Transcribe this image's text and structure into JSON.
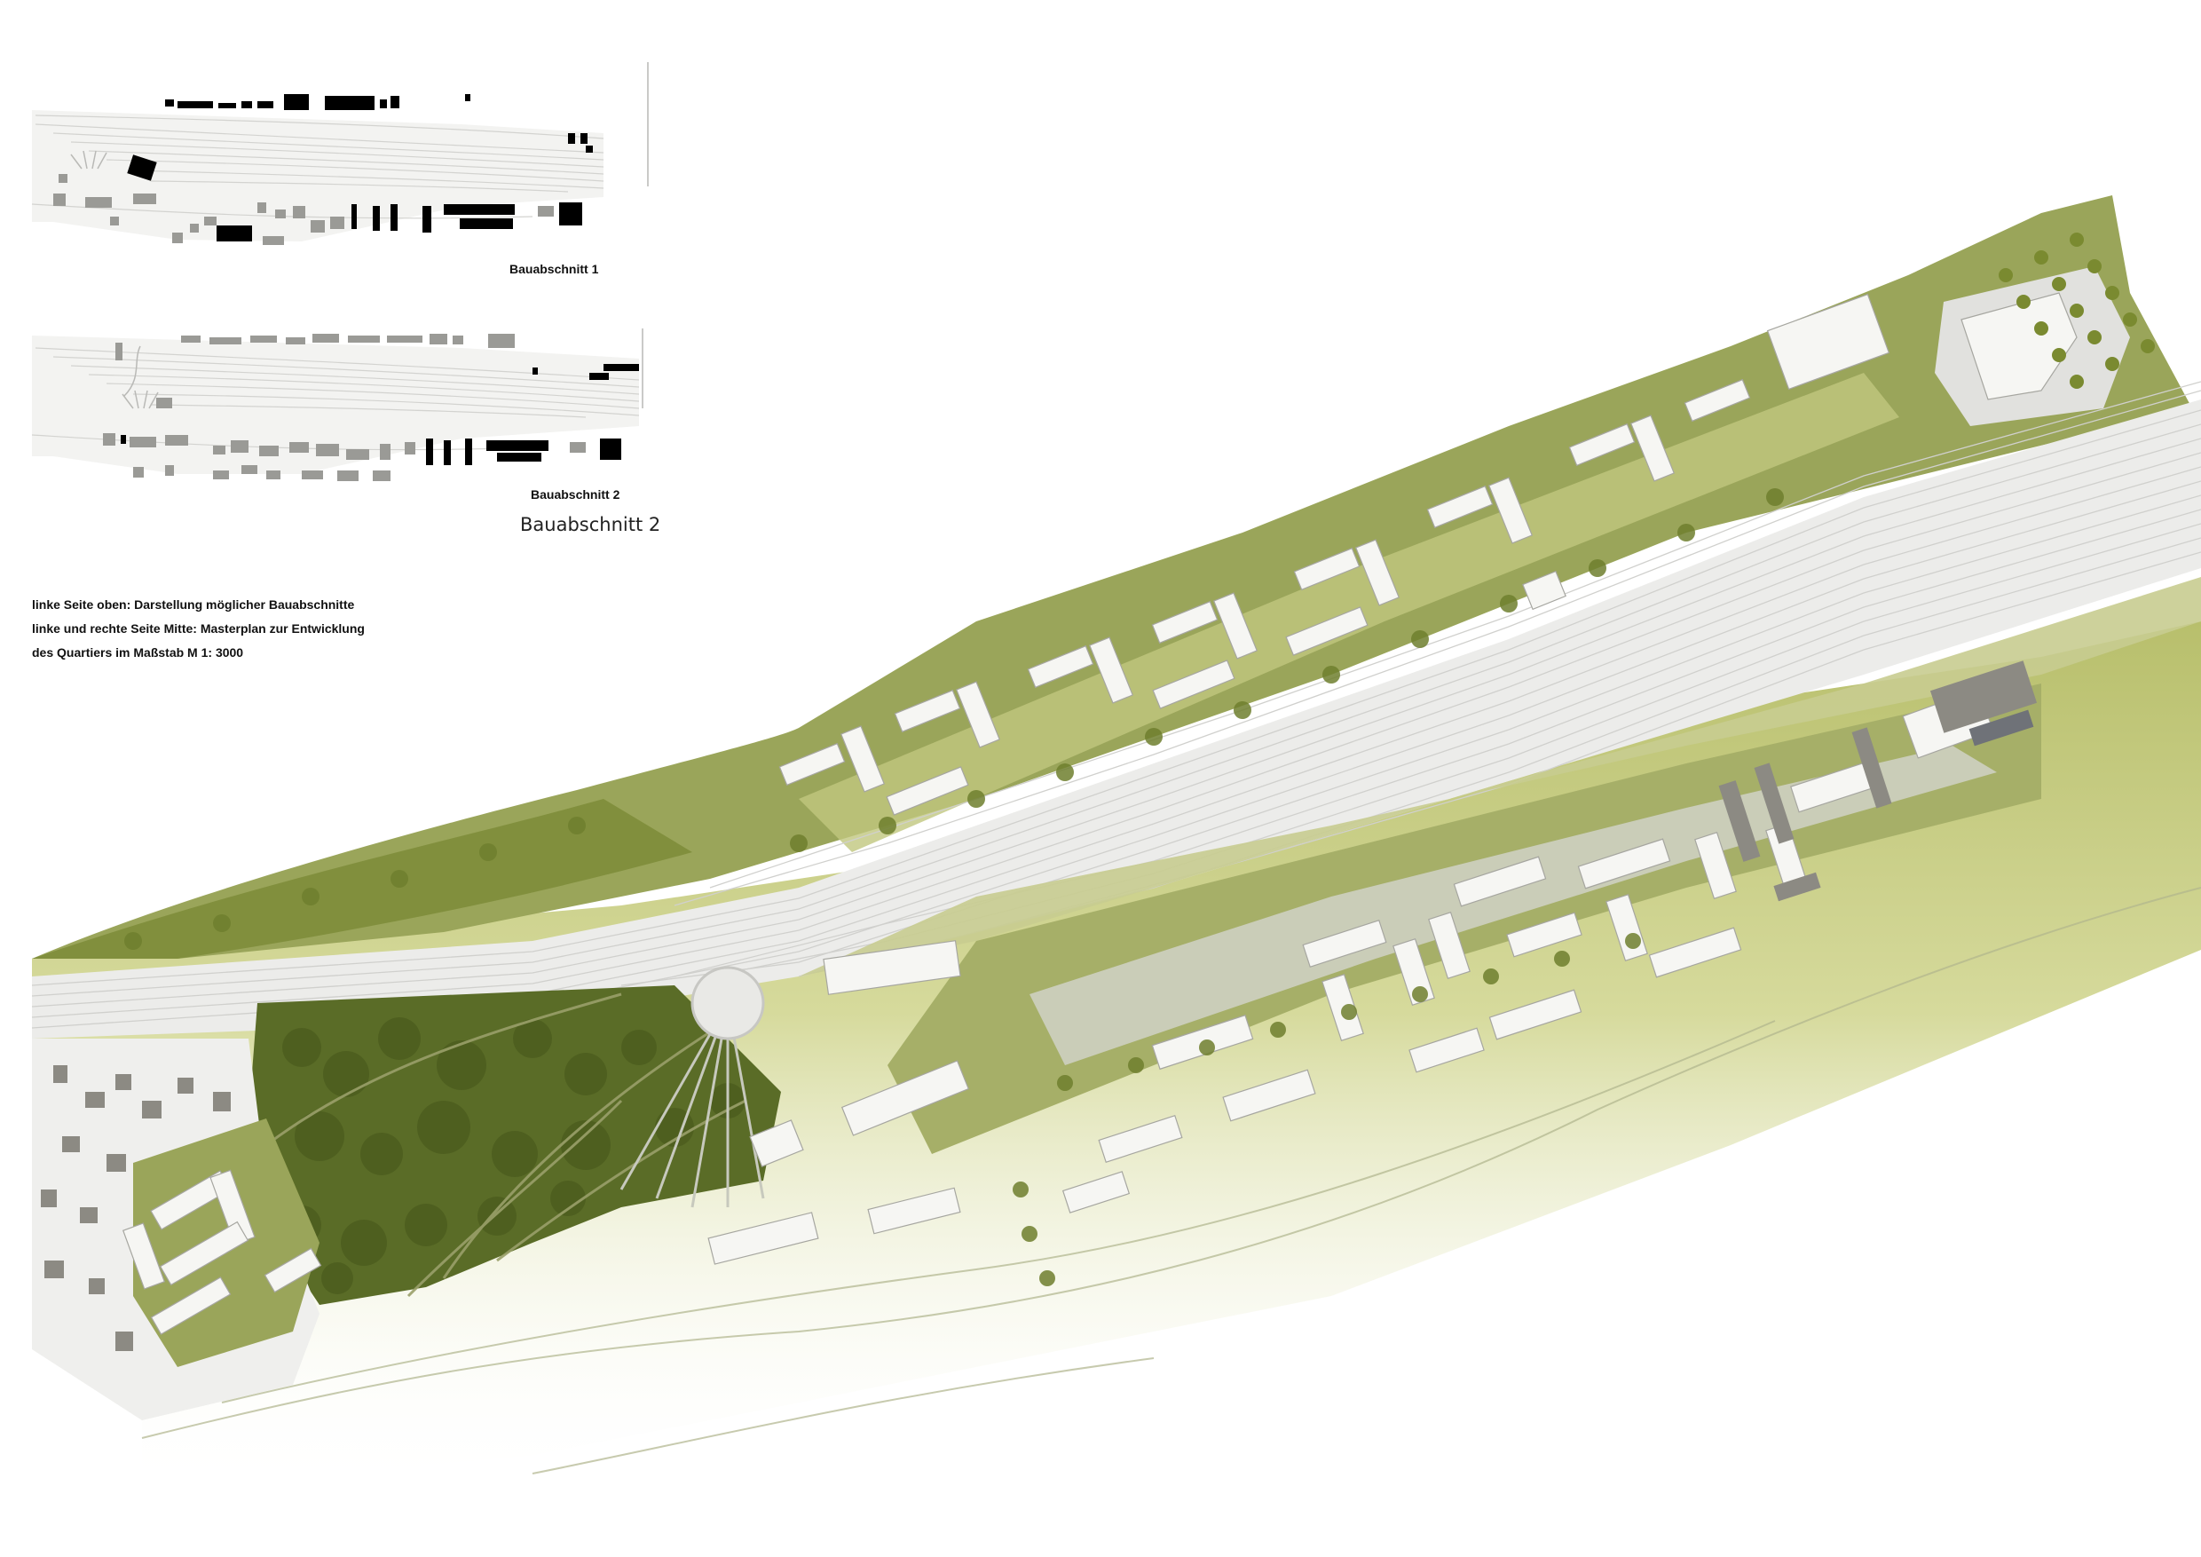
{
  "phase_plans": [
    {
      "label": "Bauabschnitt 1"
    },
    {
      "label": "Bauabschnitt 2",
      "repeated_label": "Bauabschnitt 2"
    }
  ],
  "legend": {
    "line1": "linke Seite oben: Darstellung möglicher Bauabschnitte",
    "line2": "linke und rechte Seite Mitte: Masterplan zur Entwicklung",
    "line3": "des Quartiers im Maßstab M 1: 3000"
  },
  "colors": {
    "park": "#5d6e2a",
    "lawn": "#a3ad62",
    "meadow": "#c9cf8a",
    "river_bank": "#d8dc9a",
    "rail": "#e9eae6",
    "paving": "#d6d7d4",
    "building": "#f6f6f3",
    "tree": "#6f7f2e",
    "existing_building": "#8c8a83",
    "phase_building": "#000000"
  }
}
